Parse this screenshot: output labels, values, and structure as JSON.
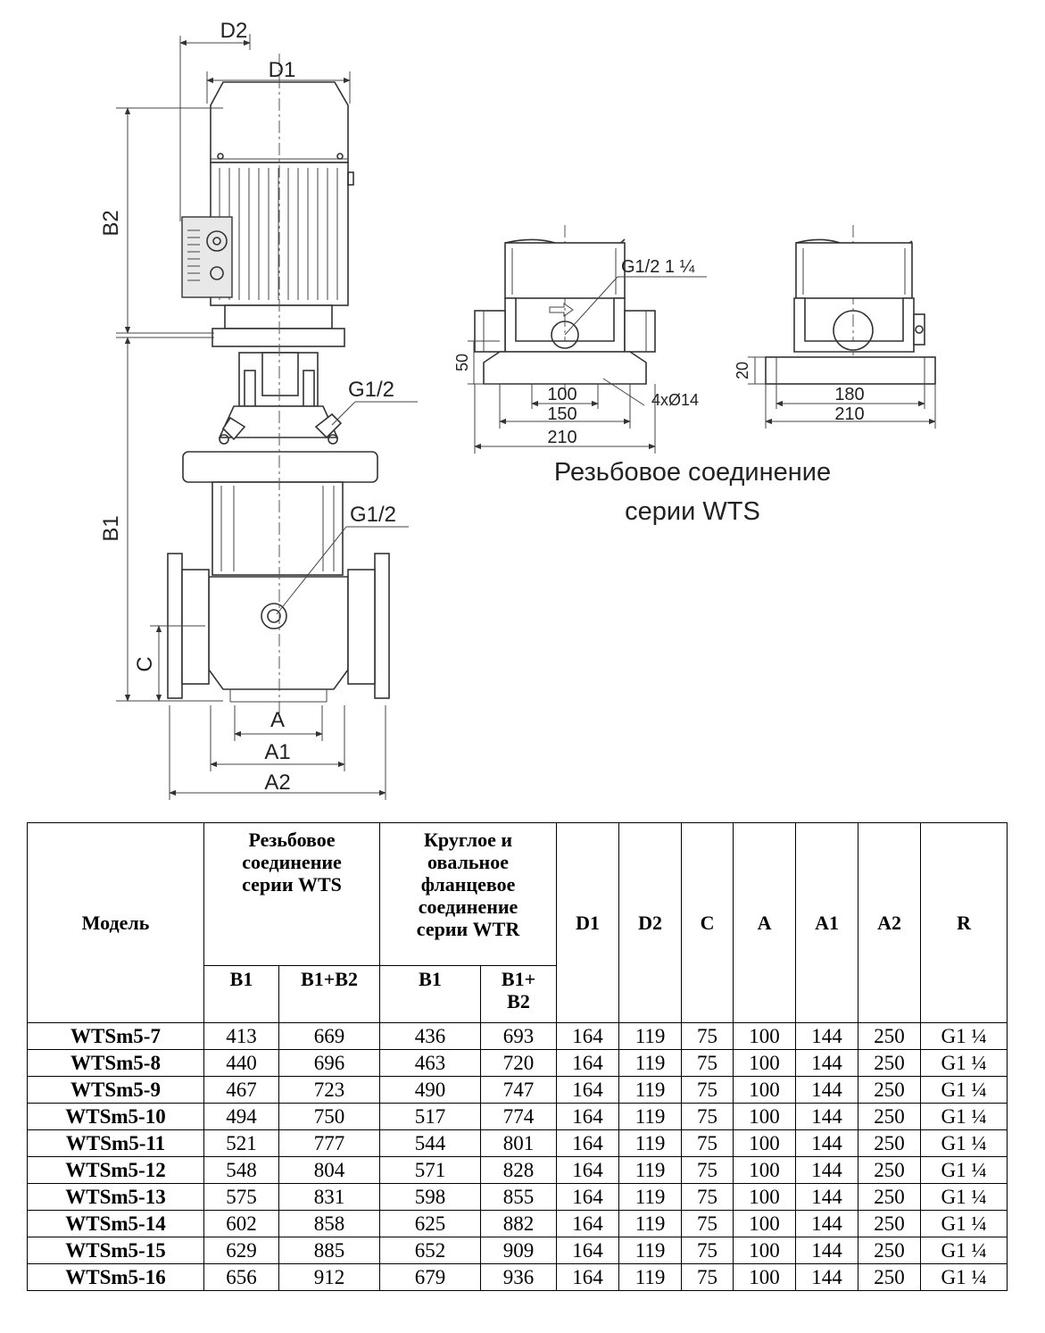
{
  "drawing": {
    "labels": {
      "d2": "D2",
      "d1": "D1",
      "b2": "B2",
      "b1": "B1",
      "c": "C",
      "a": "A",
      "a1": "A1",
      "a2": "A2",
      "g_top": "G1/2",
      "g_mid": "G1/2"
    },
    "detail_left": {
      "port_label": "G1/2 1 ¼",
      "height": "50",
      "w1": "100",
      "w2": "150",
      "w3": "210",
      "holes": "4xØ14"
    },
    "detail_right": {
      "height": "20",
      "w1": "180",
      "w2": "210"
    },
    "caption_line1": "Резьбовое соединение",
    "caption_line2": "серии WTS"
  },
  "table": {
    "headers": {
      "model": "Модель",
      "wts_group": "Резьбовое соединение серии WTS",
      "wtr_group": "Круглое и овальное фланцевое соединение серии WTR",
      "wts_b1": "B1",
      "wts_b1b2": "B1+B2",
      "wtr_b1": "B1",
      "wtr_b1b2": "B1+ B2",
      "d1": "D1",
      "d2": "D2",
      "c": "C",
      "a": "A",
      "a1": "A1",
      "a2": "A2",
      "r": "R"
    },
    "rows": [
      [
        "WTSm5-7",
        "413",
        "669",
        "436",
        "693",
        "164",
        "119",
        "75",
        "100",
        "144",
        "250",
        "G1 ¼"
      ],
      [
        "WTSm5-8",
        "440",
        "696",
        "463",
        "720",
        "164",
        "119",
        "75",
        "100",
        "144",
        "250",
        "G1 ¼"
      ],
      [
        "WTSm5-9",
        "467",
        "723",
        "490",
        "747",
        "164",
        "119",
        "75",
        "100",
        "144",
        "250",
        "G1 ¼"
      ],
      [
        "WTSm5-10",
        "494",
        "750",
        "517",
        "774",
        "164",
        "119",
        "75",
        "100",
        "144",
        "250",
        "G1 ¼"
      ],
      [
        "WTSm5-11",
        "521",
        "777",
        "544",
        "801",
        "164",
        "119",
        "75",
        "100",
        "144",
        "250",
        "G1 ¼"
      ],
      [
        "WTSm5-12",
        "548",
        "804",
        "571",
        "828",
        "164",
        "119",
        "75",
        "100",
        "144",
        "250",
        "G1 ¼"
      ],
      [
        "WTSm5-13",
        "575",
        "831",
        "598",
        "855",
        "164",
        "119",
        "75",
        "100",
        "144",
        "250",
        "G1 ¼"
      ],
      [
        "WTSm5-14",
        "602",
        "858",
        "625",
        "882",
        "164",
        "119",
        "75",
        "100",
        "144",
        "250",
        "G1 ¼"
      ],
      [
        "WTSm5-15",
        "629",
        "885",
        "652",
        "909",
        "164",
        "119",
        "75",
        "100",
        "144",
        "250",
        "G1 ¼"
      ],
      [
        "WTSm5-16",
        "656",
        "912",
        "679",
        "936",
        "164",
        "119",
        "75",
        "100",
        "144",
        "250",
        "G1 ¼"
      ]
    ]
  }
}
